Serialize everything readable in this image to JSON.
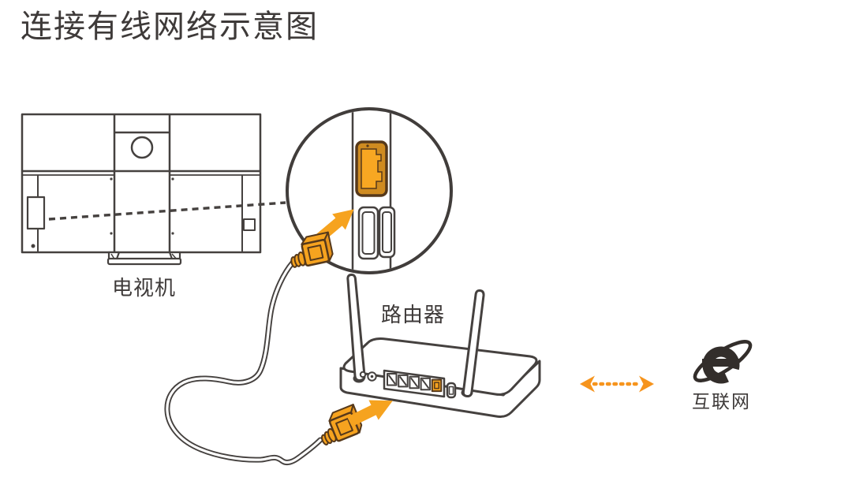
{
  "title": "连接有线网络示意图",
  "diagram": {
    "tv_label": "电视机",
    "router_label": "路由器",
    "internet_label": "互联网"
  },
  "colors": {
    "accent_orange": "#F6A31F",
    "arrow_orange": "#F6941D",
    "connector_outline_brown": "#56391B",
    "line_art_gray": "#45413F",
    "text_dark": "#3E3A39",
    "logo_black": "#332E2B",
    "background": "#FFFFFF"
  },
  "icons": {
    "magnifier_circle": "zoom-callout-circle-icon",
    "ethernet_port": "rj45-port-icon",
    "hdmi_ports": "hdmi-ports-icon",
    "ethernet_connector_top": "rj45-plug-icon",
    "ethernet_connector_bottom": "rj45-plug-icon",
    "arrow_to_port": "orange-arrow-icon",
    "arrow_to_router": "orange-arrow-icon",
    "internet_logo": "e-browser-globe-icon",
    "internet_link": "double-headed-dashed-arrow-icon"
  }
}
